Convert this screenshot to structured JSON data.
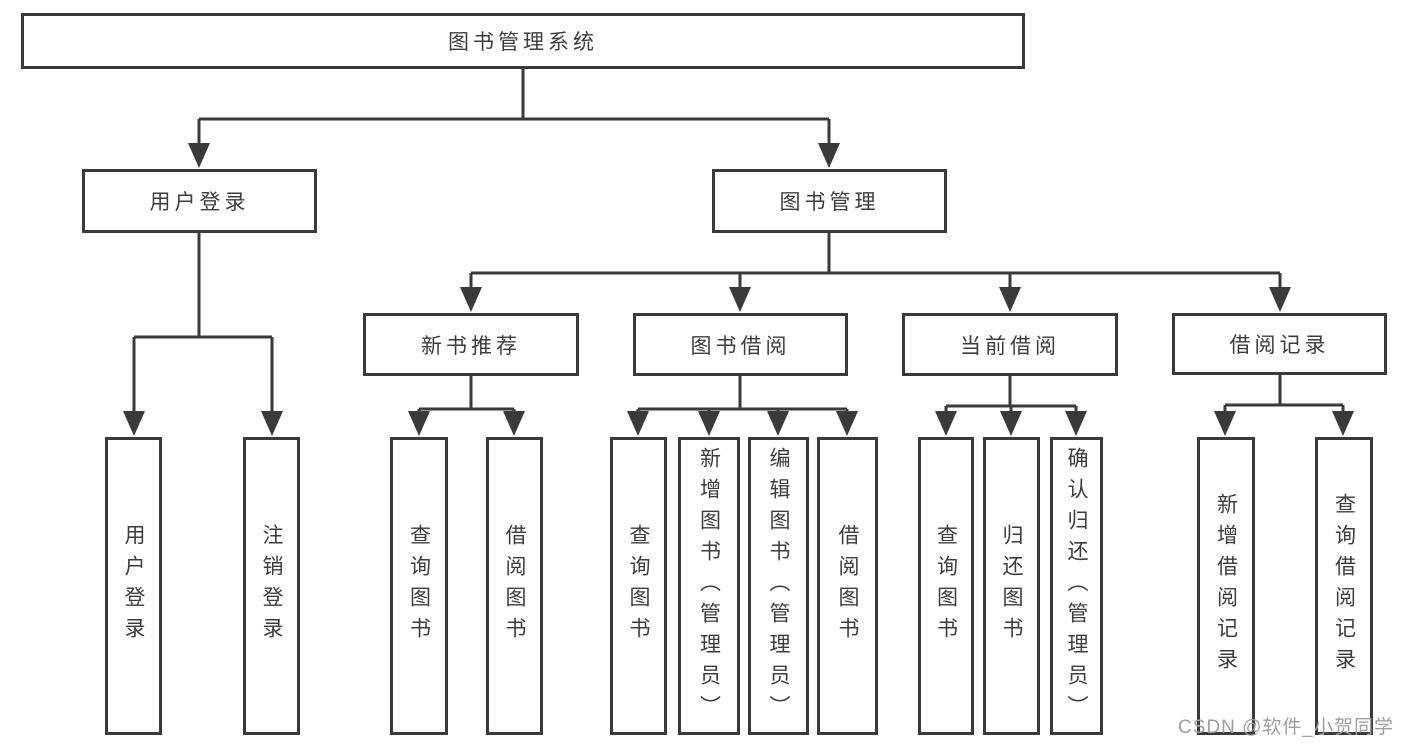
{
  "diagram": {
    "root": {
      "label": "图书管理系统"
    },
    "level2": [
      {
        "label": "用户登录"
      },
      {
        "label": "图书管理"
      }
    ],
    "level3": [
      {
        "label": "新书推荐"
      },
      {
        "label": "图书借阅"
      },
      {
        "label": "当前借阅"
      },
      {
        "label": "借阅记录"
      }
    ],
    "leaves": {
      "login": [
        {
          "label": "用户登录"
        },
        {
          "label": "注销登录"
        }
      ],
      "recommend": [
        {
          "label": "查询图书"
        },
        {
          "label": "借阅图书"
        }
      ],
      "borrow": [
        {
          "label": "查询图书"
        },
        {
          "label": "新增图书（管理员）"
        },
        {
          "label": "编辑图书（管理员）"
        },
        {
          "label": "借阅图书"
        }
      ],
      "current": [
        {
          "label": "查询图书"
        },
        {
          "label": "归还图书"
        },
        {
          "label": "确认归还（管理员）"
        }
      ],
      "records": [
        {
          "label": "新增借阅记录"
        },
        {
          "label": "查询借阅记录"
        }
      ]
    }
  },
  "watermark": {
    "text": "CSDN @软件_小贺同学"
  },
  "colors": {
    "line": "#3a3a3a",
    "text": "#3d3d3d",
    "watermark": "#9f9f9f",
    "background": "#ffffff"
  }
}
